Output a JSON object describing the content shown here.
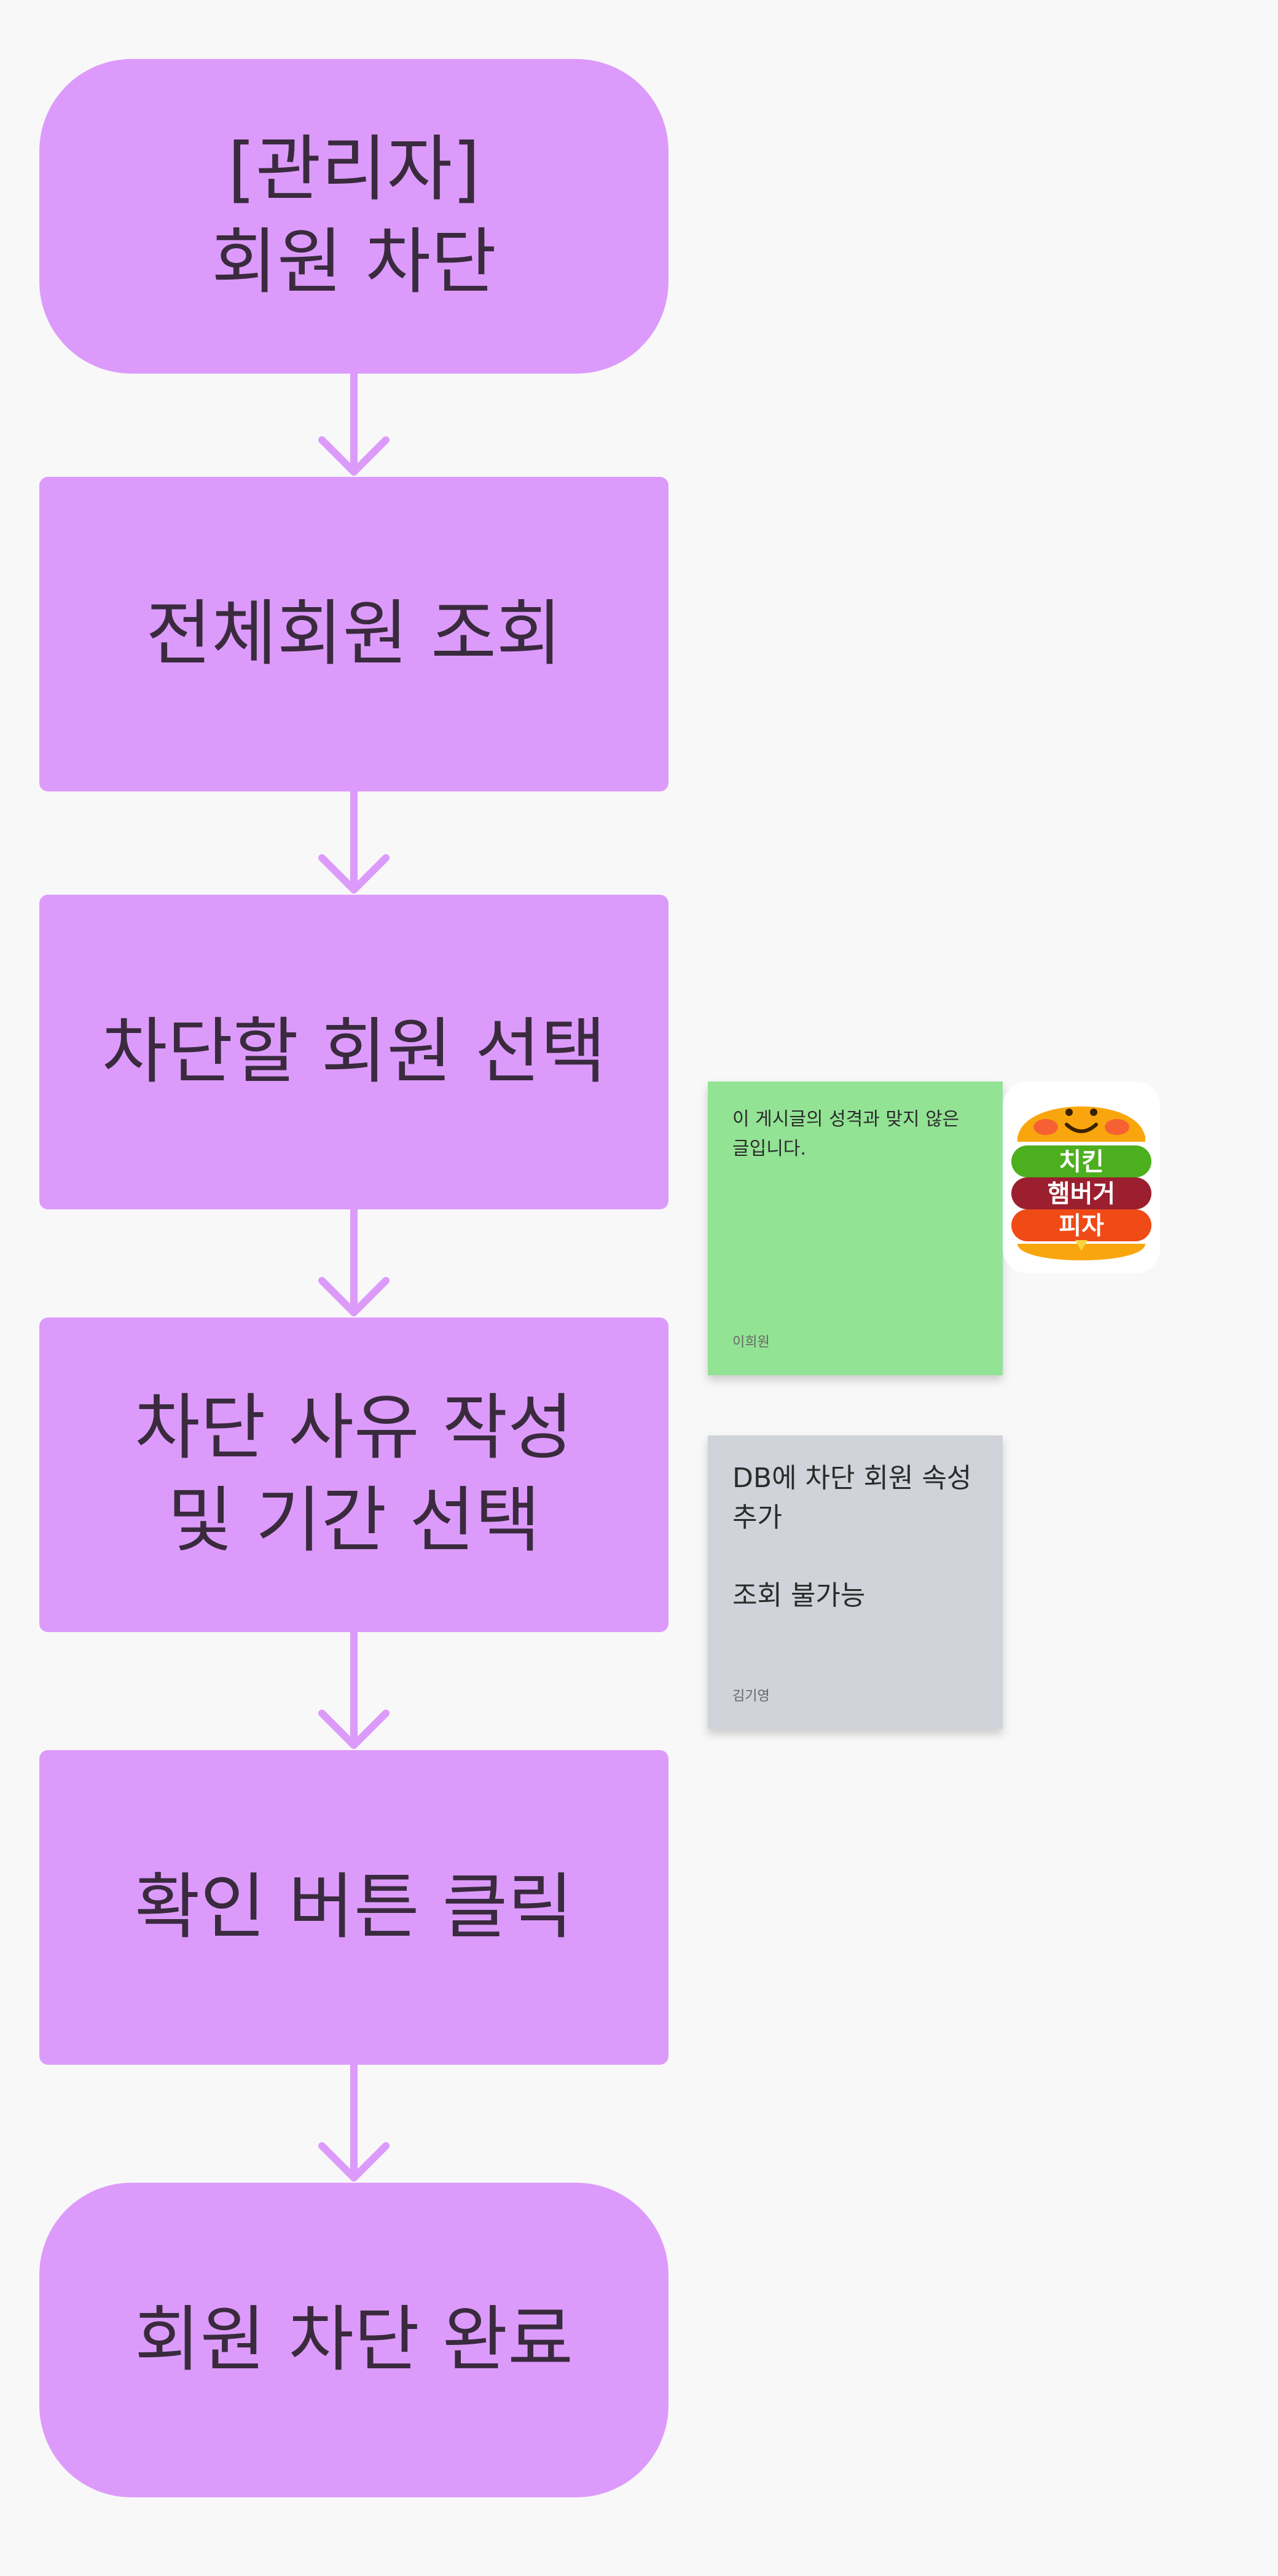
{
  "flowchart": {
    "steps": [
      {
        "id": "start",
        "shape": "terminal",
        "label": "[관리자]\n회원  차단"
      },
      {
        "id": "view",
        "shape": "process",
        "label": "전체회원 조회"
      },
      {
        "id": "select",
        "shape": "process",
        "label": "차단할 회원 선택"
      },
      {
        "id": "reason",
        "shape": "process",
        "label": "차단 사유 작성\n 및 기간 선택"
      },
      {
        "id": "confirm",
        "shape": "process",
        "label": "확인 버튼 클릭"
      },
      {
        "id": "end",
        "shape": "terminal",
        "label": "회원 차단 완료"
      }
    ],
    "node_color": "#dc9bfb",
    "arrow_color": "#dc9bfb"
  },
  "sticky_notes": [
    {
      "text": "이 게시글의 성격과 맞지 않은 글입니다.",
      "author": "이희원",
      "color": "#93e395"
    },
    {
      "text": "DB에 차단 회원 속성 추가\n\n조회 불가능",
      "author": "김기영",
      "color": "#d0d3d9"
    }
  ],
  "logo": {
    "lines": [
      "치킨",
      "햄버거",
      "피자"
    ],
    "icon": "burger-logo-icon"
  }
}
